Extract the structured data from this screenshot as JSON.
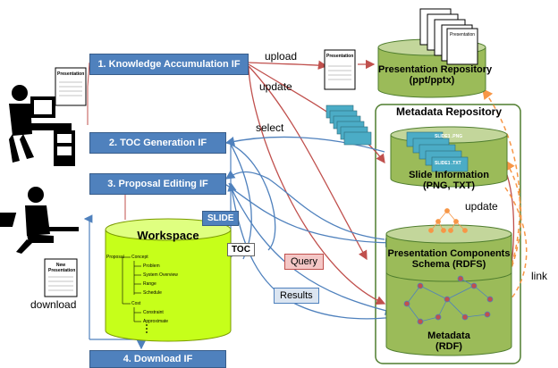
{
  "interfaces": {
    "knowledge": "1. Knowledge Accumulation IF",
    "toc": "2. TOC Generation IF",
    "proposal": "3. Proposal Editing IF",
    "download": "4. Download IF"
  },
  "arrow_labels": {
    "upload": "upload",
    "update_top": "update",
    "select": "select",
    "update_right": "update",
    "link": "link",
    "download": "download"
  },
  "tags": {
    "slide": "SLIDE",
    "toc": "TOC",
    "query": "Query",
    "results": "Results"
  },
  "docs": {
    "presentation": "Presentation",
    "new_presentation": "New Presentation"
  },
  "slide_files": [
    "SLIDE1 .PNG",
    "SLIDE1 .TXT"
  ],
  "repositories": {
    "presentation_title": "Presentation Repository",
    "presentation_sub": "(ppt/pptx)",
    "metadata_repo": "Metadata Repository",
    "slide_info_title": "Slide Information",
    "slide_info_sub": "(PNG, TXT)",
    "schema_line1": "Presentation Components",
    "schema_line2": "Schema (RDFS)",
    "metadata_title": "Metadata",
    "metadata_sub": "(RDF)"
  },
  "workspace": {
    "title": "Workspace",
    "tree": {
      "proposal": "Proposal",
      "concept": "Concept",
      "problem": "Problem",
      "system_overview": "System Overview",
      "range": "Range",
      "schedule": "Schedule",
      "cost": "Cost",
      "constraint": "Constraint",
      "approximate": "Approximate"
    }
  },
  "colors": {
    "if_box": "#4f81bd",
    "green_db": "#9bbb59",
    "lime_db": "#c6ff1a",
    "red_arrow": "#c0504d",
    "blue_arrow": "#4f81bd",
    "orange_arrow": "#f79646"
  },
  "icons": [
    "user-desk-icon",
    "user-laptop-icon",
    "document-icon",
    "stacked-documents-icon",
    "rdf-graph-icon",
    "schema-tree-icon"
  ]
}
